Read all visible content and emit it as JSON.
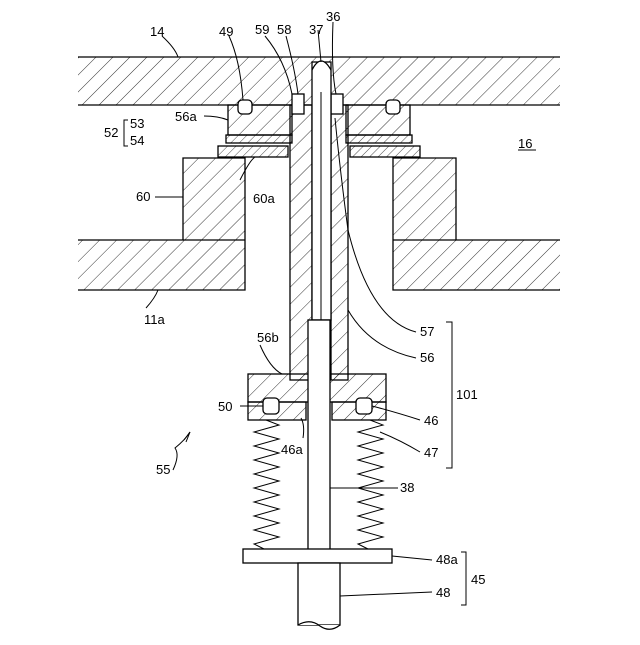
{
  "figure": {
    "labels": {
      "l14": "14",
      "l49": "49",
      "l59": "59",
      "l58": "58",
      "l37": "37",
      "l36": "36",
      "l16": "16",
      "l56a": "56a",
      "l52": "52",
      "l53": "53",
      "l54": "54",
      "l60": "60",
      "l60a": "60a",
      "l11a": "11a",
      "l57": "57",
      "l56": "56",
      "l56b": "56b",
      "l101": "101",
      "l50": "50",
      "l46": "46",
      "l46a": "46a",
      "l47": "47",
      "l55": "55",
      "l38": "38",
      "l48a": "48a",
      "l45": "45",
      "l48": "48"
    }
  }
}
